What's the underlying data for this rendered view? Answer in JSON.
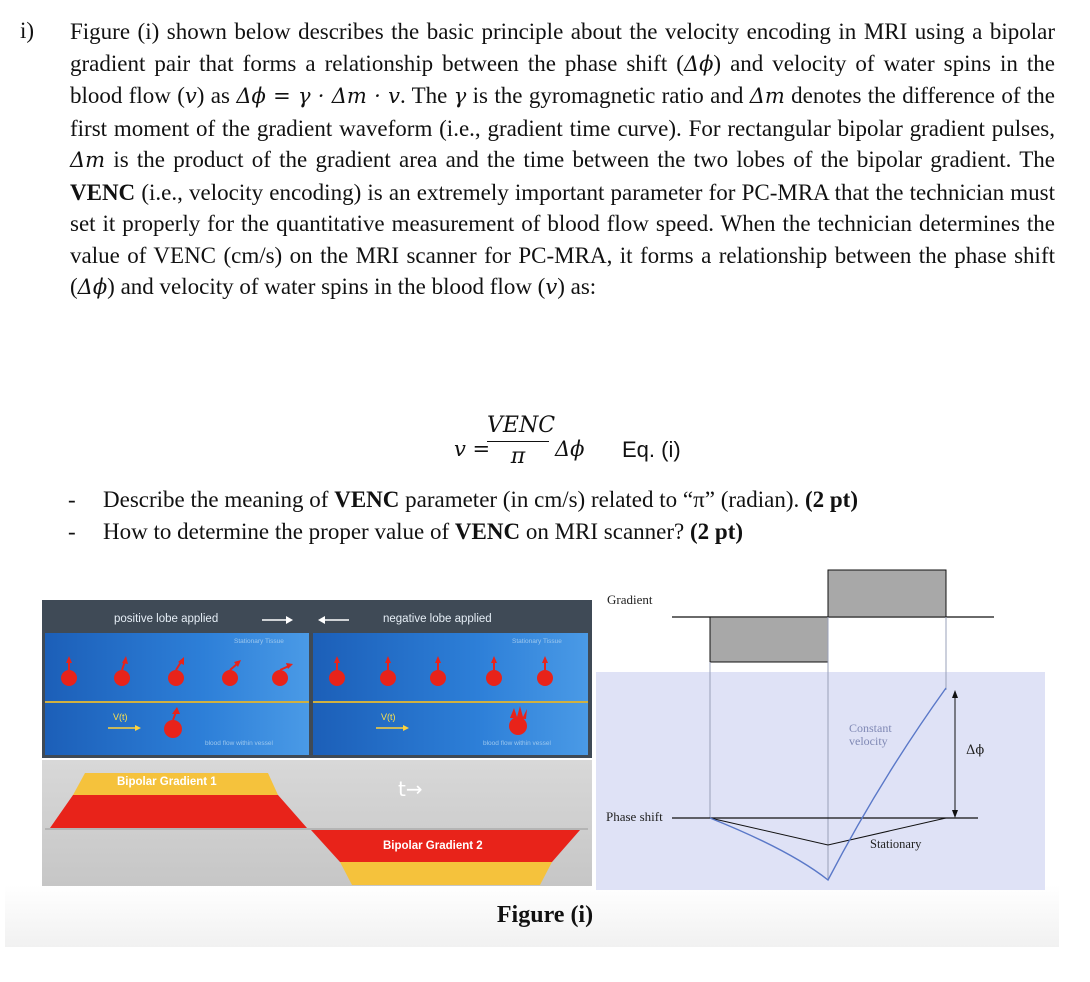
{
  "question": {
    "number": "i)",
    "text_segments": [
      "Figure (i) shown below describes the basic principle about the velocity encoding in MRI using a bipolar gradient pair that forms a relationship between the phase shift (",
      "Δϕ",
      ") and velocity of water spins in the blood flow (",
      "v",
      ") as ",
      "Δϕ = γ · Δm · v",
      ". The ",
      "γ",
      " is the gyromagnetic ratio and ",
      "Δm",
      " denotes the difference of the first moment of the gradient waveform (i.e., gradient time curve). For rectangular bipolar gradient pulses, ",
      "Δm",
      " is the product of the gradient area and the time between the two lobes of the bipolar gradient. The ",
      "VENC",
      " (i.e., velocity encoding) is an extremely important parameter for PC-MRA that the technician must set it properly for the quantitative measurement of blood flow speed. When the technician determines the value of VENC (cm/s) on the MRI scanner for PC-MRA, it forms a relationship between the phase shift (",
      "Δϕ",
      ") and velocity of water spins in the blood flow (",
      "v",
      ") as:"
    ]
  },
  "equation": {
    "lhs": "v =",
    "numerator": "VENC",
    "denominator": "π",
    "factor": "Δϕ",
    "label": "Eq. (i)"
  },
  "bullets": [
    {
      "dash": "-",
      "pre": "Describe the meaning of ",
      "bold": "VENC",
      "post": " parameter (in cm/s) related to “π” (radian). ",
      "points": "(2 pt)"
    },
    {
      "dash": "-",
      "pre": "How to determine the proper value of ",
      "bold": "VENC",
      "post": " on MRI scanner? ",
      "points": "(2 pt)"
    }
  ],
  "figure_left": {
    "positive_lobe": "positive lobe applied",
    "negative_lobe": "negative lobe applied",
    "stationary_tissue_1": "Stationary Tissue",
    "stationary_tissue_2": "Stationary Tissue",
    "velocity_1": "V(t)",
    "velocity_2": "V(t)",
    "blood_flow_1": "blood flow within vessel",
    "blood_flow_2": "blood flow within vessel",
    "bipolar_1": "Bipolar Gradient 1",
    "bipolar_2": "Bipolar Gradient 2",
    "time_arrow": "t→",
    "colors": {
      "red": "#e8231a",
      "yellow": "#f5c23c",
      "blue": "#2a6fc9"
    }
  },
  "figure_right": {
    "gradient_label": "Gradient",
    "phase_shift_label": "Phase shift",
    "constant_velocity_label_1": "Constant",
    "constant_velocity_label_2": "velocity",
    "stationary_label": "Stationary",
    "delta_phi_label": "Δϕ",
    "colors": {
      "lobe": "#a8a8a8",
      "background": "#dfe2f6",
      "curve": "#5a78c8"
    }
  },
  "caption": "Figure (i)"
}
